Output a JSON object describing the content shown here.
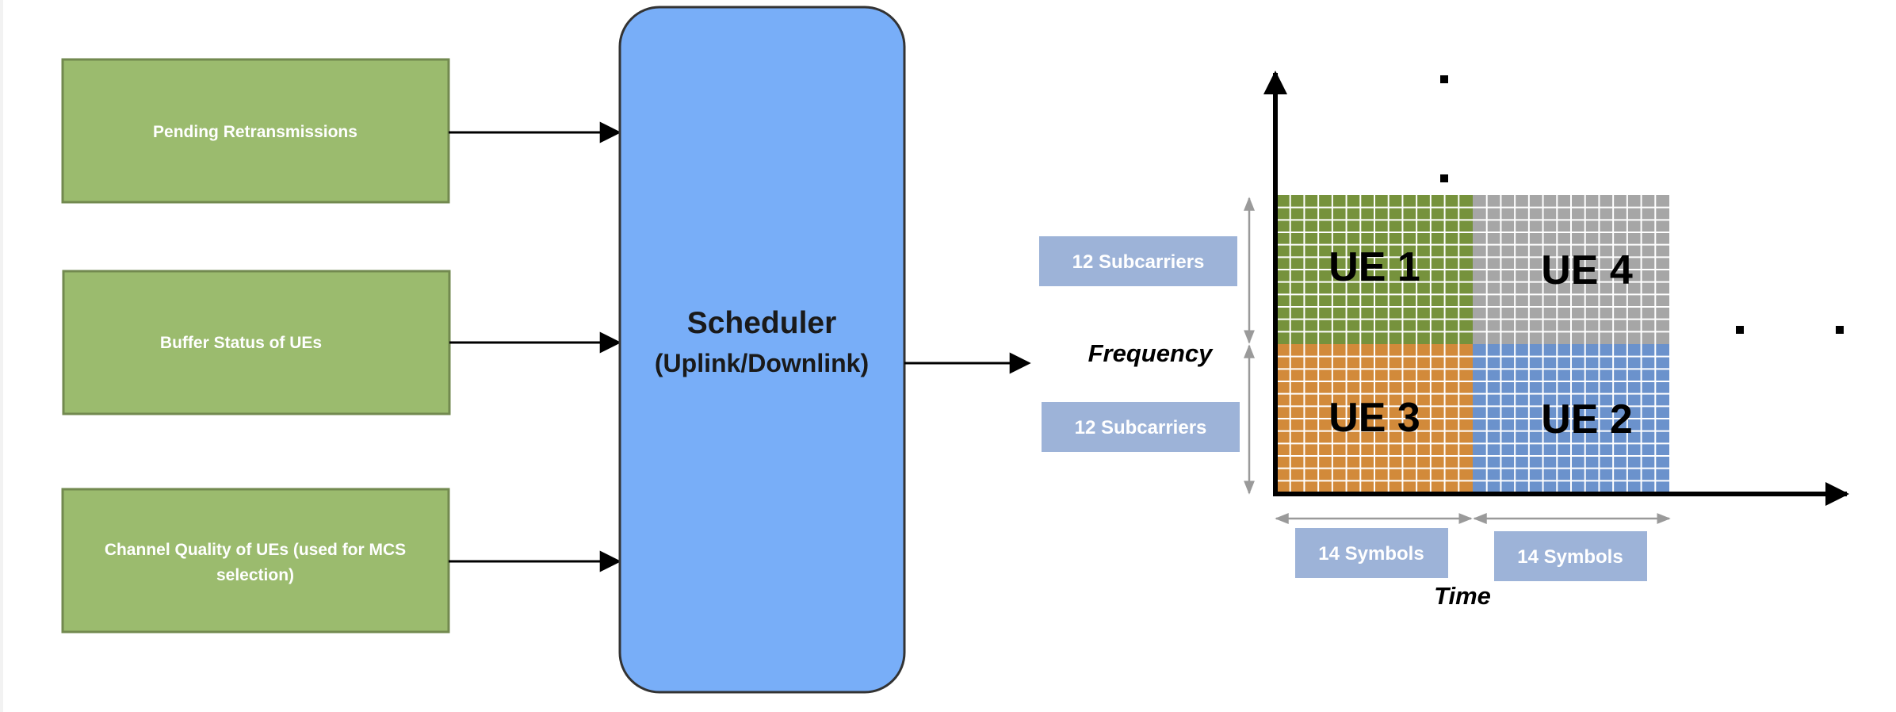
{
  "inputs": [
    {
      "lines": [
        "Pending Retransmissions"
      ]
    },
    {
      "lines": [
        "Buffer Status of UEs"
      ]
    },
    {
      "lines": [
        "Channel Quality of UEs (used for MCS",
        "selection)"
      ]
    }
  ],
  "scheduler": {
    "title": "Scheduler",
    "subtitle": "(Uplink/Downlink)"
  },
  "grid": {
    "blocks": [
      {
        "label": "UE 1",
        "color": "#76923c",
        "position": "top-left"
      },
      {
        "label": "UE 4",
        "color": "#a6a6a6",
        "position": "top-right"
      },
      {
        "label": "UE 3",
        "color": "#d28a3a",
        "position": "bottom-left"
      },
      {
        "label": "UE 2",
        "color": "#6b92cc",
        "position": "bottom-right"
      }
    ],
    "subcarrier_labels": [
      "12 Subcarriers",
      "12 Subcarriers"
    ],
    "symbol_labels": [
      "14 Symbols",
      "14 Symbols"
    ],
    "y_axis_label": "Frequency",
    "x_axis_label": "Time"
  },
  "colors": {
    "input_box": "#9bbb6e",
    "input_box_border": "#72894f",
    "scheduler_fill": "#78aef8",
    "scheduler_border": "#333333",
    "tag_fill": "#9db3d8",
    "grid_line": "#ffffff"
  }
}
